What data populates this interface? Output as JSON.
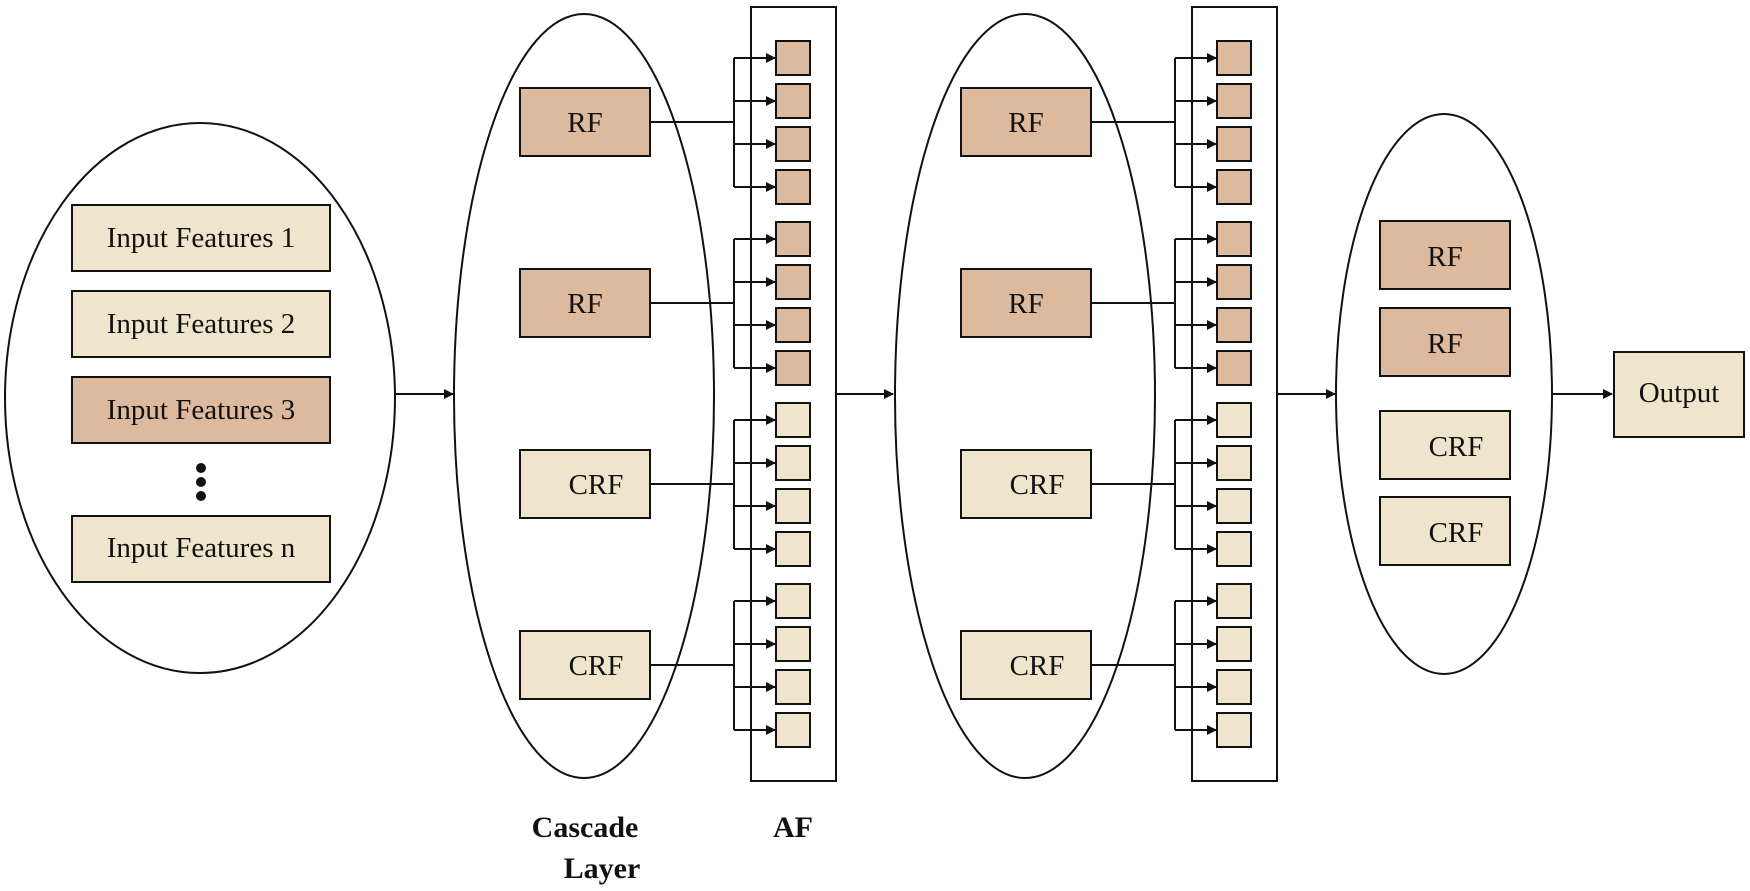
{
  "input_group": {
    "items": [
      {
        "label": "Input Features 1",
        "tone": "light"
      },
      {
        "label": "Input Features 2",
        "tone": "light"
      },
      {
        "label": "Input Features 3",
        "tone": "dark"
      },
      {
        "label": "Input Features n",
        "tone": "light"
      }
    ]
  },
  "cascade_layer_1": {
    "forests": [
      {
        "label": "RF",
        "tone": "dark"
      },
      {
        "label": "RF",
        "tone": "dark"
      },
      {
        "label": "CRF",
        "tone": "light"
      },
      {
        "label": "CRF",
        "tone": "light"
      }
    ]
  },
  "cascade_layer_2": {
    "forests": [
      {
        "label": "RF",
        "tone": "dark"
      },
      {
        "label": "RF",
        "tone": "dark"
      },
      {
        "label": "CRF",
        "tone": "light"
      },
      {
        "label": "CRF",
        "tone": "light"
      }
    ]
  },
  "final_group": {
    "forests": [
      {
        "label": "RF",
        "tone": "dark"
      },
      {
        "label": "RF",
        "tone": "dark"
      },
      {
        "label": "CRF",
        "tone": "light"
      },
      {
        "label": "CRF",
        "tone": "light"
      }
    ]
  },
  "output": {
    "label": "Output"
  },
  "captions": {
    "cascade_line1": "Cascade",
    "cascade_line2": "Layer",
    "af": "AF"
  },
  "colors": {
    "dark": "#ddb99e",
    "light": "#efe5cc",
    "stroke": "#111111"
  }
}
